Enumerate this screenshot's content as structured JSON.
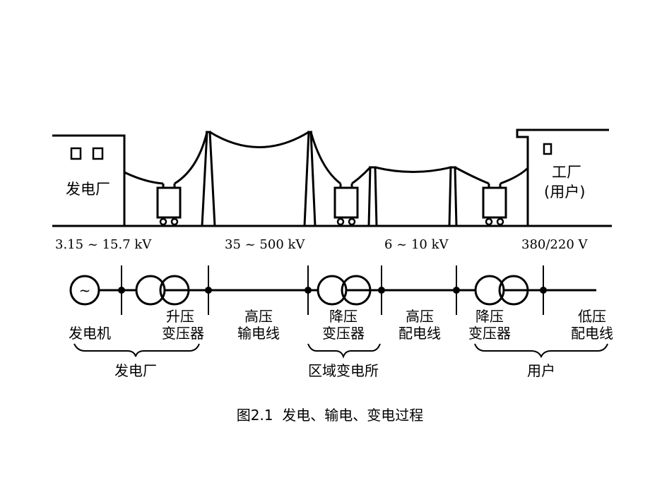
{
  "scene": {
    "plant_label": "发电厂",
    "factory_label_1": "工厂",
    "factory_label_2": "(用户)",
    "voltages": [
      "3.15 ~ 15.7 kV",
      "35 ~ 500 kV",
      "6 ~ 10 kV",
      "380/220 V"
    ]
  },
  "schematic": {
    "generator_symbol": "~",
    "labels": {
      "generator": "发电机",
      "step_up_1": "升压",
      "step_up_2": "变压器",
      "hv_line_1": "高压",
      "hv_line_2": "输电线",
      "step_down_a_1": "降压",
      "step_down_a_2": "变压器",
      "hv_dist_1": "高压",
      "hv_dist_2": "配电线",
      "step_down_b_1": "降压",
      "step_down_b_2": "变压器",
      "lv_dist_1": "低压",
      "lv_dist_2": "配电线"
    },
    "groups": {
      "plant": "发电厂",
      "substation": "区域变电所",
      "user": "用户"
    }
  },
  "caption": "图2.1  发电、输电、变电过程"
}
